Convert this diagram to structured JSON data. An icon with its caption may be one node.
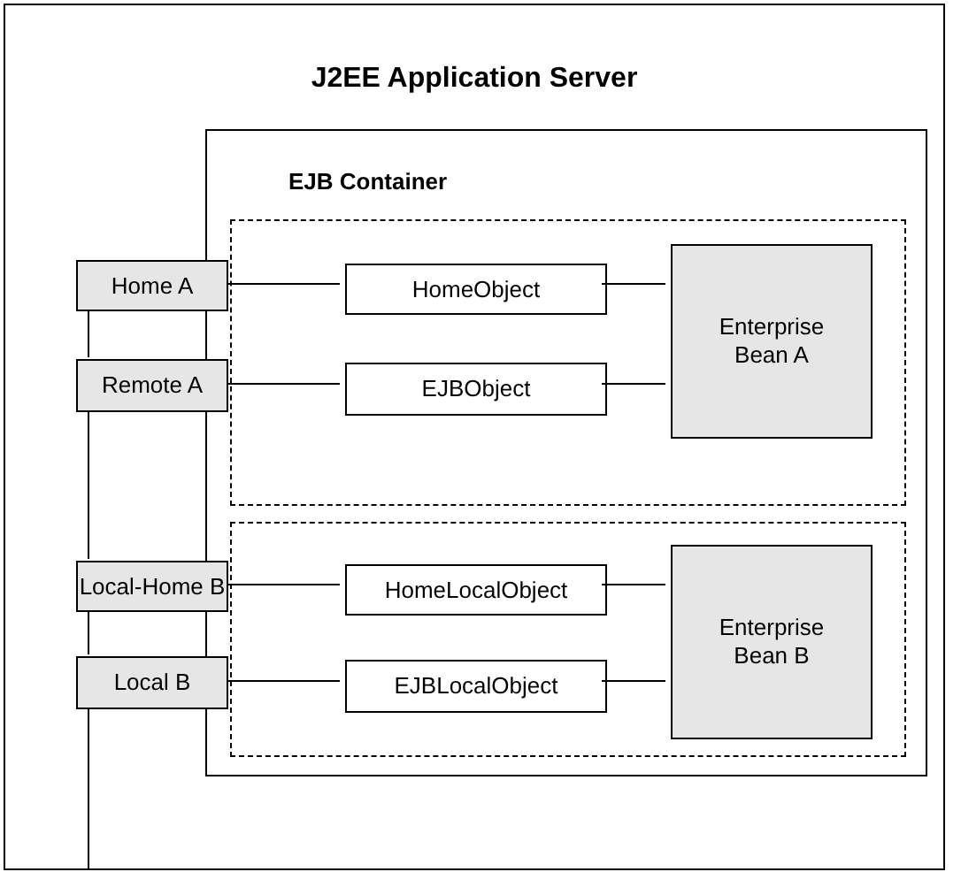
{
  "diagram": {
    "nodes": [
      {
        "text": [
          "J2EE Application Server"
        ]
      },
      {
        "text": [
          "EJB Container"
        ],
        "in": 0
      },
      {
        "text": [],
        "shape": "box",
        "in": 1
      },
      {
        "text": [
          "Home A"
        ],
        "in": 0
      },
      {
        "text": [
          "HomeObject"
        ],
        "in": 2
      },
      {
        "text": [
          "Enterprise Bean A"
        ],
        "in": 2
      },
      {
        "text": [
          "Remote A"
        ],
        "in": 0
      },
      {
        "text": [
          "EJBObject"
        ],
        "in": 2
      },
      {
        "text": [],
        "shape": "box",
        "in": 1
      },
      {
        "text": [
          "Local-Home B"
        ],
        "in": 0
      },
      {
        "text": [
          "HomeLocalObject"
        ],
        "in": 8
      },
      {
        "text": [
          "Enterprise Bean B"
        ],
        "in": 8
      },
      {
        "text": [
          "Local B"
        ],
        "in": 0
      },
      {
        "text": [
          "EJBLocalObject"
        ],
        "in": 8
      }
    ],
    "edges": [
      {
        "from": 3,
        "to": 4,
        "arrow": "none"
      },
      {
        "from": 4,
        "to": 5,
        "arrow": "none"
      },
      {
        "from": 6,
        "to": 7,
        "arrow": "none"
      },
      {
        "from": 7,
        "to": 5,
        "arrow": "none"
      },
      {
        "from": 9,
        "to": 10,
        "arrow": "none"
      },
      {
        "from": 10,
        "to": 11,
        "arrow": "none"
      },
      {
        "from": 12,
        "to": 13,
        "arrow": "none"
      },
      {
        "from": 13,
        "to": 11,
        "arrow": "none"
      },
      {
        "from": 3,
        "to": 6,
        "arrow": "none"
      },
      {
        "from": 6,
        "to": 9,
        "arrow": "none"
      },
      {
        "from": 9,
        "to": 12,
        "arrow": "none"
      },
      {
        "from": 12,
        "to": null,
        "arrow": "none"
      }
    ]
  }
}
